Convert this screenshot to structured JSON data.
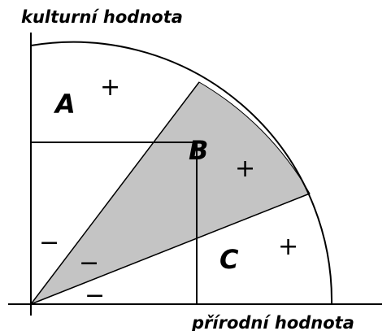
{
  "diagram": {
    "axis_y_label": "kulturní hodnota",
    "axis_x_label": "přírodní hodnota",
    "regions": {
      "a": {
        "label": "A",
        "sign": "+"
      },
      "b": {
        "label": "B",
        "sign": "+"
      },
      "c": {
        "label": "C",
        "sign": "+"
      }
    },
    "minus_signs": [
      "−",
      "−",
      "−"
    ],
    "colors": {
      "shaded_sector": "#c4c4c4",
      "lines": "#000000",
      "background": "#ffffff"
    }
  }
}
